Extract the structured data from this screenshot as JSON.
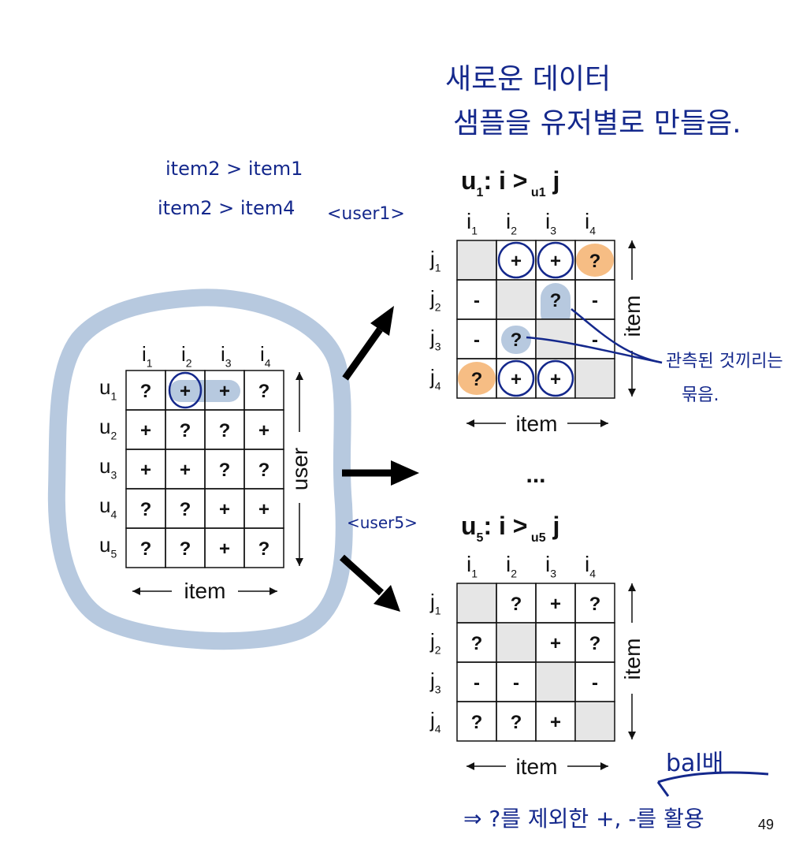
{
  "user_matrix": {
    "rows": [
      "u1",
      "u2",
      "u3",
      "u4",
      "u5"
    ],
    "cols": [
      "i1",
      "i2",
      "i3",
      "i4"
    ],
    "cells": [
      [
        "?",
        "+",
        "+",
        "?"
      ],
      [
        "+",
        "?",
        "?",
        "+"
      ],
      [
        "+",
        "+",
        "?",
        "?"
      ],
      [
        "?",
        "?",
        "+",
        "+"
      ],
      [
        "?",
        "?",
        "+",
        "?"
      ]
    ],
    "x_axis_label": "item",
    "y_axis_label": "user"
  },
  "pairwise_matrices": [
    {
      "title_user": "u1",
      "title_sub": "u1",
      "rows": [
        "j1",
        "j2",
        "j3",
        "j4"
      ],
      "cols": [
        "i1",
        "i2",
        "i3",
        "i4"
      ],
      "cells": [
        [
          "",
          "+",
          "+",
          "?"
        ],
        [
          "-",
          "",
          "?",
          "-"
        ],
        [
          "-",
          "?",
          "",
          "-"
        ],
        [
          "?",
          "+",
          "+",
          ""
        ]
      ],
      "x_axis_label": "item",
      "y_axis_label": "item"
    },
    {
      "title_user": "u5",
      "title_sub": "u5",
      "rows": [
        "j1",
        "j2",
        "j3",
        "j4"
      ],
      "cols": [
        "i1",
        "i2",
        "i3",
        "i4"
      ],
      "cells": [
        [
          "",
          "?",
          "+",
          "?"
        ],
        [
          "?",
          "",
          "+",
          "?"
        ],
        [
          "-",
          "-",
          "",
          "-"
        ],
        [
          "?",
          "?",
          "+",
          ""
        ]
      ],
      "x_axis_label": "item",
      "y_axis_label": "item"
    }
  ],
  "title_symbol": "i >",
  "title_j": "j",
  "ellipsis": "...",
  "page_number": "49",
  "annotations": {
    "top_line1": "새로운 데이터",
    "top_line2": "샘플을 유저별로 만들음.",
    "item_pref_1": "item2 > item1",
    "item_pref_2": "item2 > item4",
    "user1_tag": "<user1>",
    "user5_tag": "<user5>",
    "side_note_1": "관측된 것끼리는",
    "side_note_2": "묶음.",
    "bottom_note": "⇒ ?를 제외한 +, -를 활용",
    "bottom_over": "bal배"
  },
  "colors": {
    "blue_highlight": "#b7c9df",
    "orange_highlight": "#f6bd84",
    "pen_blue": "#14288c",
    "diag_gray": "#e6e6e6"
  }
}
